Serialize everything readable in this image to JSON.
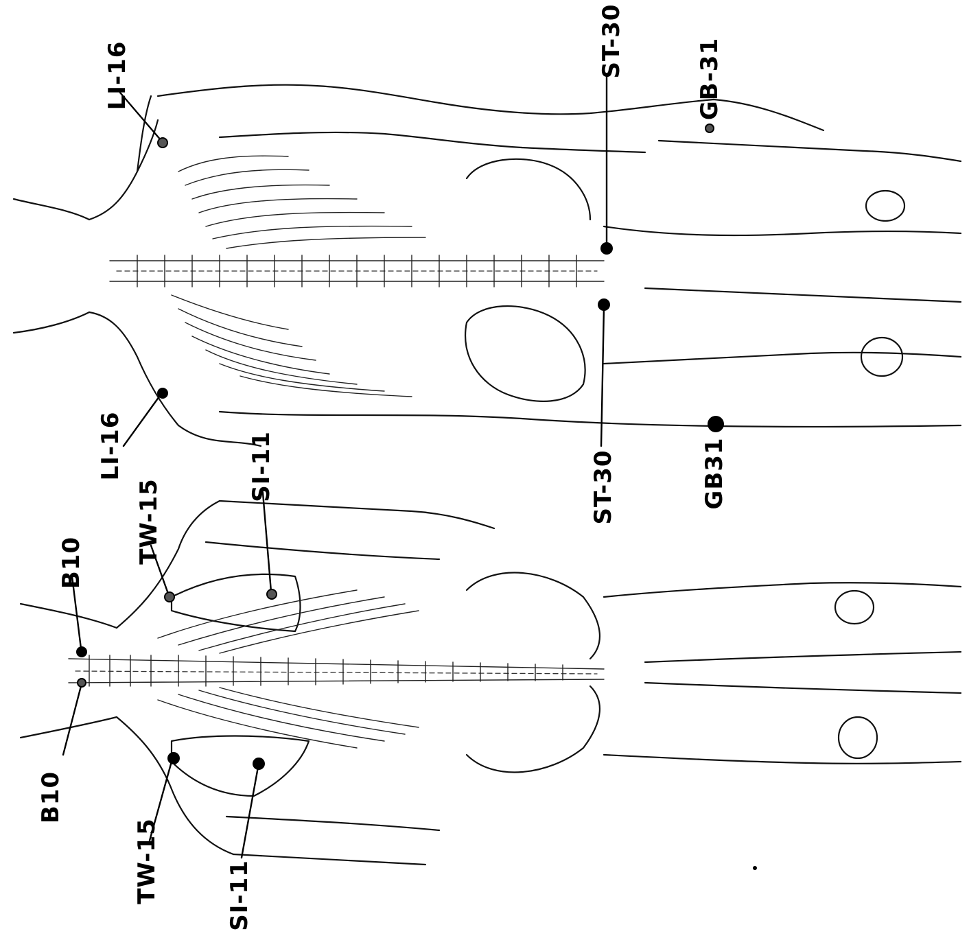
{
  "labels": {
    "posterior": {
      "b10_top": "B10",
      "b10_bottom": "B10",
      "tw15_top": "TW-15",
      "tw15_bottom": "TW-15",
      "si11_top": "SI-11",
      "si11_bottom": "SI-11"
    },
    "lateral": {
      "li16_top": "LI-16",
      "li16_bottom": "LI-16",
      "st30_top": "ST-30",
      "st30_bottom": "ST-30",
      "gb31_top": "GB-31",
      "gb31_bottom": "GB31"
    }
  }
}
